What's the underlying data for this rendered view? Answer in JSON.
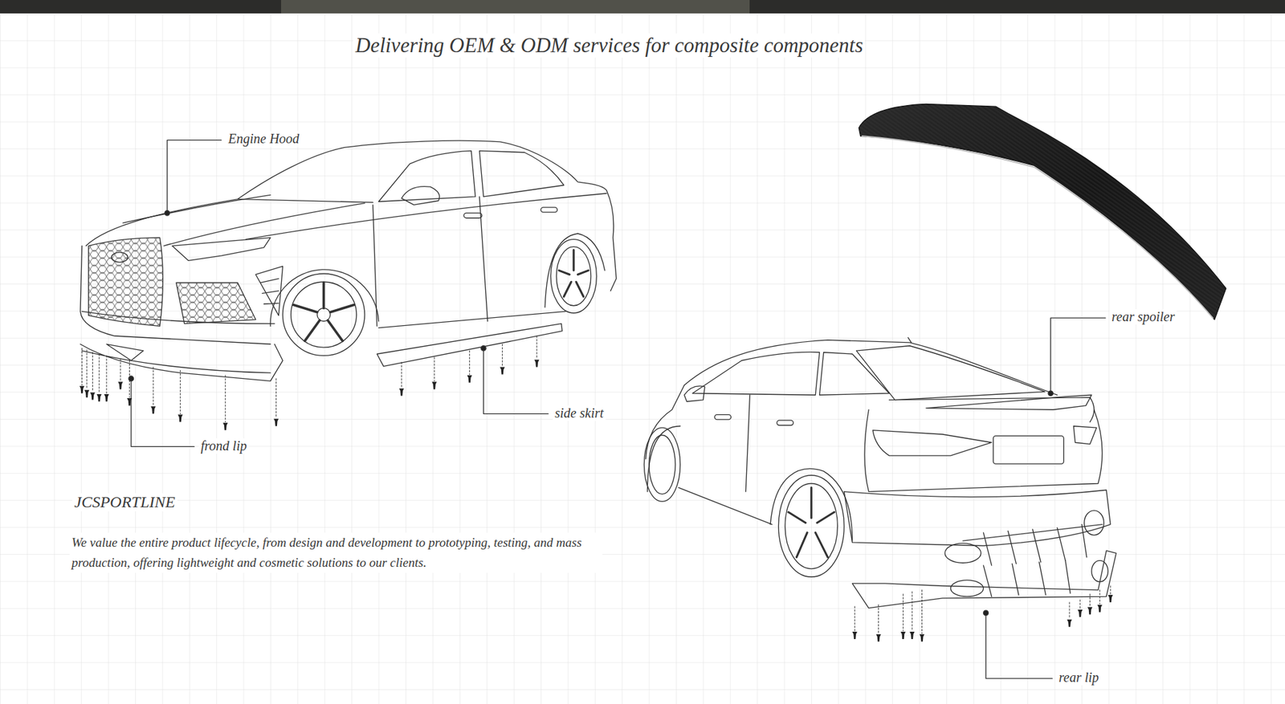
{
  "diagram": {
    "title": "Delivering OEM & ODM services for composite components",
    "labels": [
      "Engine Hood",
      "frond lip",
      "side skirt",
      "rear spoiler",
      "rear lip",
      "JCSPORTLINE",
      "We value the entire product lifecycle, from design and development to prototyping, testing, and mass production, offering lightweight and cosmetic solutions to our clients."
    ]
  }
}
